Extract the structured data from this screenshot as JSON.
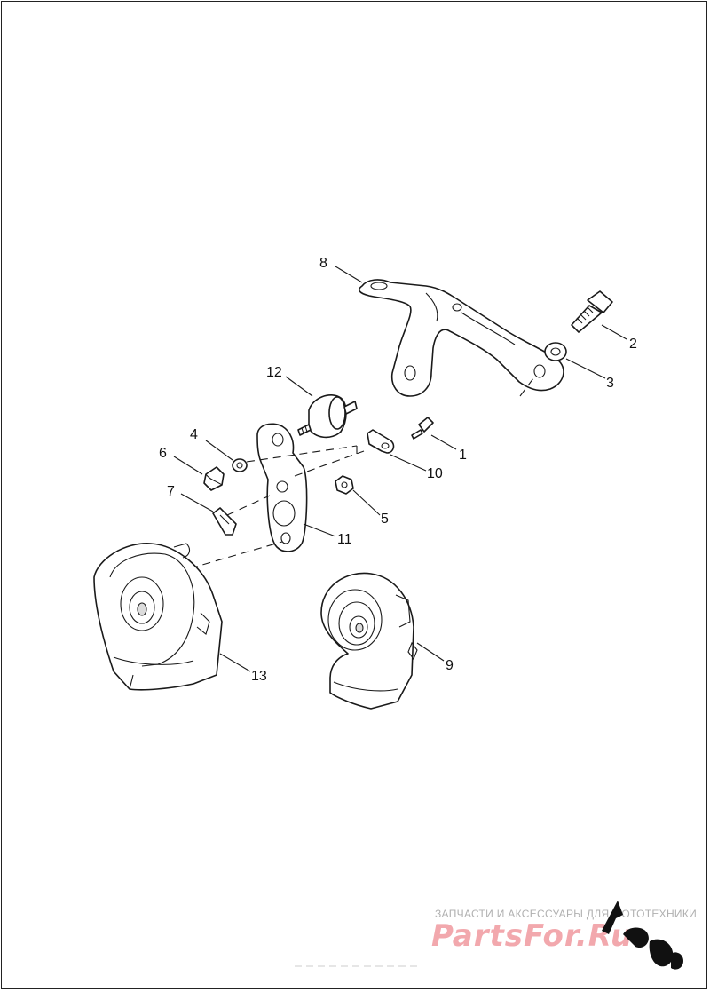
{
  "diagram": {
    "callouts": [
      {
        "id": "c1",
        "label": "1"
      },
      {
        "id": "c2",
        "label": "2"
      },
      {
        "id": "c3",
        "label": "3"
      },
      {
        "id": "c4",
        "label": "4"
      },
      {
        "id": "c5",
        "label": "5"
      },
      {
        "id": "c6",
        "label": "6"
      },
      {
        "id": "c7",
        "label": "7"
      },
      {
        "id": "c8",
        "label": "8"
      },
      {
        "id": "c9",
        "label": "9"
      },
      {
        "id": "c10",
        "label": "10"
      },
      {
        "id": "c11",
        "label": "11"
      },
      {
        "id": "c12",
        "label": "12"
      },
      {
        "id": "c13",
        "label": "13"
      }
    ]
  },
  "watermark": {
    "tagline": "ЗАПЧАСТИ И АКСЕССУАРЫ ДЛЯ МОТОТЕХНИКИ",
    "logo_text": "PartsFor.Ru",
    "colors": {
      "tagline": "#b0b0b0",
      "logo": "#f2a8ad",
      "icon": "#111111"
    }
  }
}
